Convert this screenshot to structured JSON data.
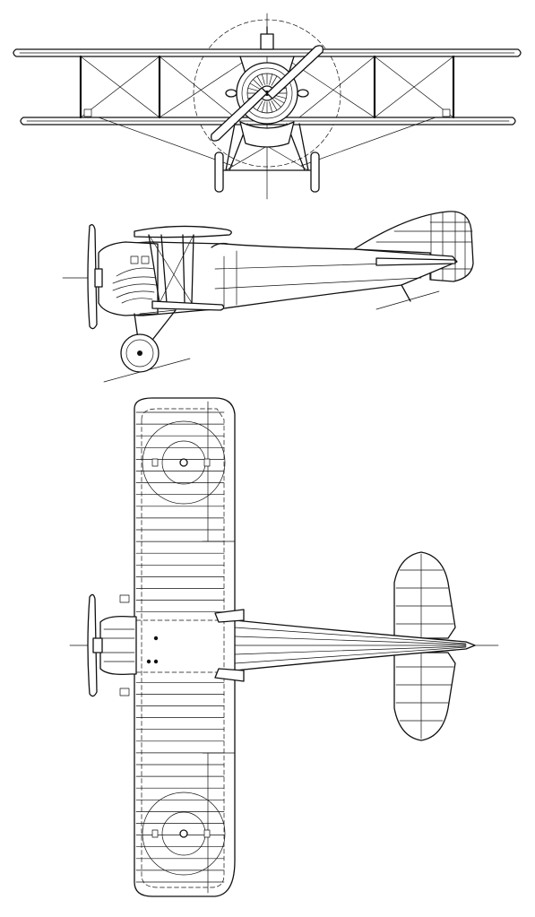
{
  "drawing": {
    "subject": "biplane",
    "views": [
      {
        "id": "front",
        "label": "",
        "rib_count": 0
      },
      {
        "id": "side",
        "label": "",
        "rib_count": 0
      },
      {
        "id": "top",
        "label": "",
        "rib_count": 40
      }
    ],
    "colors": {
      "ink": "#111111",
      "paper": "#ffffff"
    }
  }
}
